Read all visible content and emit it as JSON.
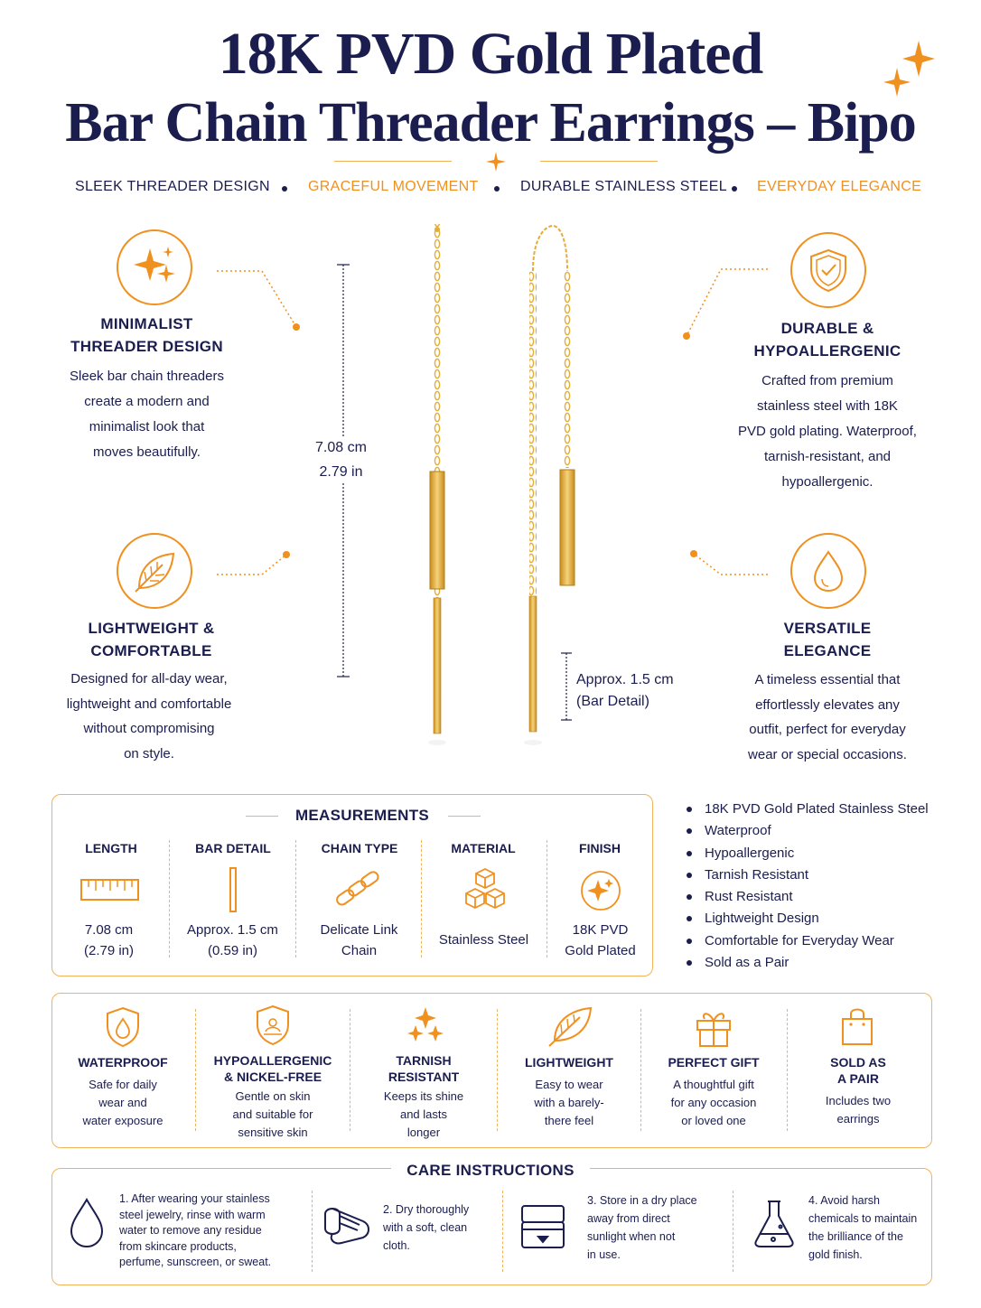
{
  "title": {
    "line1": "18K PVD Gold Plated",
    "line2": "Bar Chain Threader Earrings – Bipo"
  },
  "taglines": [
    "SLEEK THREADER DESIGN",
    "GRACEFUL MOVEMENT",
    "DURABLE STAINLESS STEEL",
    "EVERYDAY ELEGANCE"
  ],
  "features": {
    "minimalist": {
      "icon": "sparkle-icon",
      "heading1": "MINIMALIST",
      "heading2": "THREADER DESIGN",
      "lines": [
        "Sleek bar chain threaders",
        "create a modern and",
        "minimalist look that",
        "moves beautifully."
      ]
    },
    "lightweight": {
      "icon": "leaf-icon",
      "heading1": "LIGHTWEIGHT &",
      "heading2": "COMFORTABLE",
      "lines": [
        "Designed for all-day wear,",
        "lightweight and comfortable",
        "without compromising",
        "on style."
      ]
    },
    "durable": {
      "icon": "shield-check-icon",
      "heading1": "DURABLE &",
      "heading2": "HYPOALLERGENIC",
      "lines": [
        "Crafted from premium",
        "stainless steel with 18K",
        "PVD gold plating. Waterproof,",
        "tarnish-resistant, and",
        "hypoallergenic."
      ]
    },
    "versatile": {
      "icon": "droplet-icon",
      "heading1": "VERSATILE",
      "heading2": "ELEGANCE",
      "lines": [
        "A timeless essential that",
        "effortlessly elevates any",
        "outfit, perfect for everyday",
        "wear or special occasions."
      ]
    }
  },
  "dimensions": {
    "length_cm": "7.08 cm",
    "length_in": "2.79 in",
    "bar_line1": "Approx. 1.5 cm",
    "bar_line2": "(Bar Detail)"
  },
  "measurements": {
    "title": "MEASUREMENTS",
    "columns": [
      {
        "label": "LENGTH",
        "icon": "ruler-icon",
        "value1": "7.08 cm",
        "value2": "(2.79 in)"
      },
      {
        "label": "BAR DETAIL",
        "icon": "bar-icon",
        "value1": "Approx. 1.5 cm",
        "value2": "(0.59 in)"
      },
      {
        "label": "CHAIN TYPE",
        "icon": "chain-link-icon",
        "value1": "Delicate Link",
        "value2": "Chain"
      },
      {
        "label": "MATERIAL",
        "icon": "cubes-icon",
        "value1": "Stainless Steel",
        "value2": ""
      },
      {
        "label": "FINISH",
        "icon": "sparkle-circle-icon",
        "value1": "18K PVD",
        "value2": "Gold Plated"
      }
    ]
  },
  "bullets": [
    "18K PVD Gold Plated Stainless Steel",
    "Waterproof",
    "Hypoallergenic",
    "Tarnish Resistant",
    "Rust Resistant",
    "Lightweight Design",
    "Comfortable for Everyday Wear",
    "Sold as a Pair"
  ],
  "benefits": [
    {
      "icon": "shield-drop-icon",
      "title1": "WATERPROOF",
      "title2": "",
      "lines": [
        "Safe for daily",
        "wear and",
        "water exposure"
      ]
    },
    {
      "icon": "shield-flower-icon",
      "title1": "HYPOALLERGENIC",
      "title2": "& NICKEL-FREE",
      "lines": [
        "Gentle on skin",
        "and suitable for",
        "sensitive skin"
      ]
    },
    {
      "icon": "sparkle-icon",
      "title1": "TARNISH",
      "title2": "RESISTANT",
      "lines": [
        "Keeps its shine",
        "and lasts",
        "longer"
      ]
    },
    {
      "icon": "feather-icon",
      "title1": "LIGHTWEIGHT",
      "title2": "",
      "lines": [
        "Easy to wear",
        "with a barely-",
        "there feel"
      ]
    },
    {
      "icon": "gift-icon",
      "title1": "PERFECT GIFT",
      "title2": "",
      "lines": [
        "A thoughtful gift",
        "for any occasion",
        "or loved one"
      ]
    },
    {
      "icon": "bag-icon",
      "title1": "SOLD AS",
      "title2": "A PAIR",
      "lines": [
        "Includes two",
        "earrings"
      ]
    }
  ],
  "care": {
    "title": "CARE INSTRUCTIONS",
    "steps": [
      {
        "icon": "water-drop-icon",
        "lines": [
          "1. After wearing your stainless",
          "steel jewelry, rinse with warm",
          "water to remove any residue",
          "from skincare products,",
          "perfume, sunscreen, or sweat."
        ]
      },
      {
        "icon": "cloth-icon",
        "lines": [
          "2. Dry thoroughly",
          "with a soft, clean",
          "cloth."
        ]
      },
      {
        "icon": "jewelry-box-icon",
        "lines": [
          "3. Store in a dry place",
          "away from direct",
          "sunlight when not",
          "in use."
        ]
      },
      {
        "icon": "flask-icon",
        "lines": [
          "4. Avoid harsh",
          "chemicals to maintain",
          "the brilliance of the",
          "gold finish."
        ]
      }
    ]
  },
  "colors": {
    "navy": "#1a1d4e",
    "orange": "#f0901e",
    "gold": "#e3ad3a"
  }
}
